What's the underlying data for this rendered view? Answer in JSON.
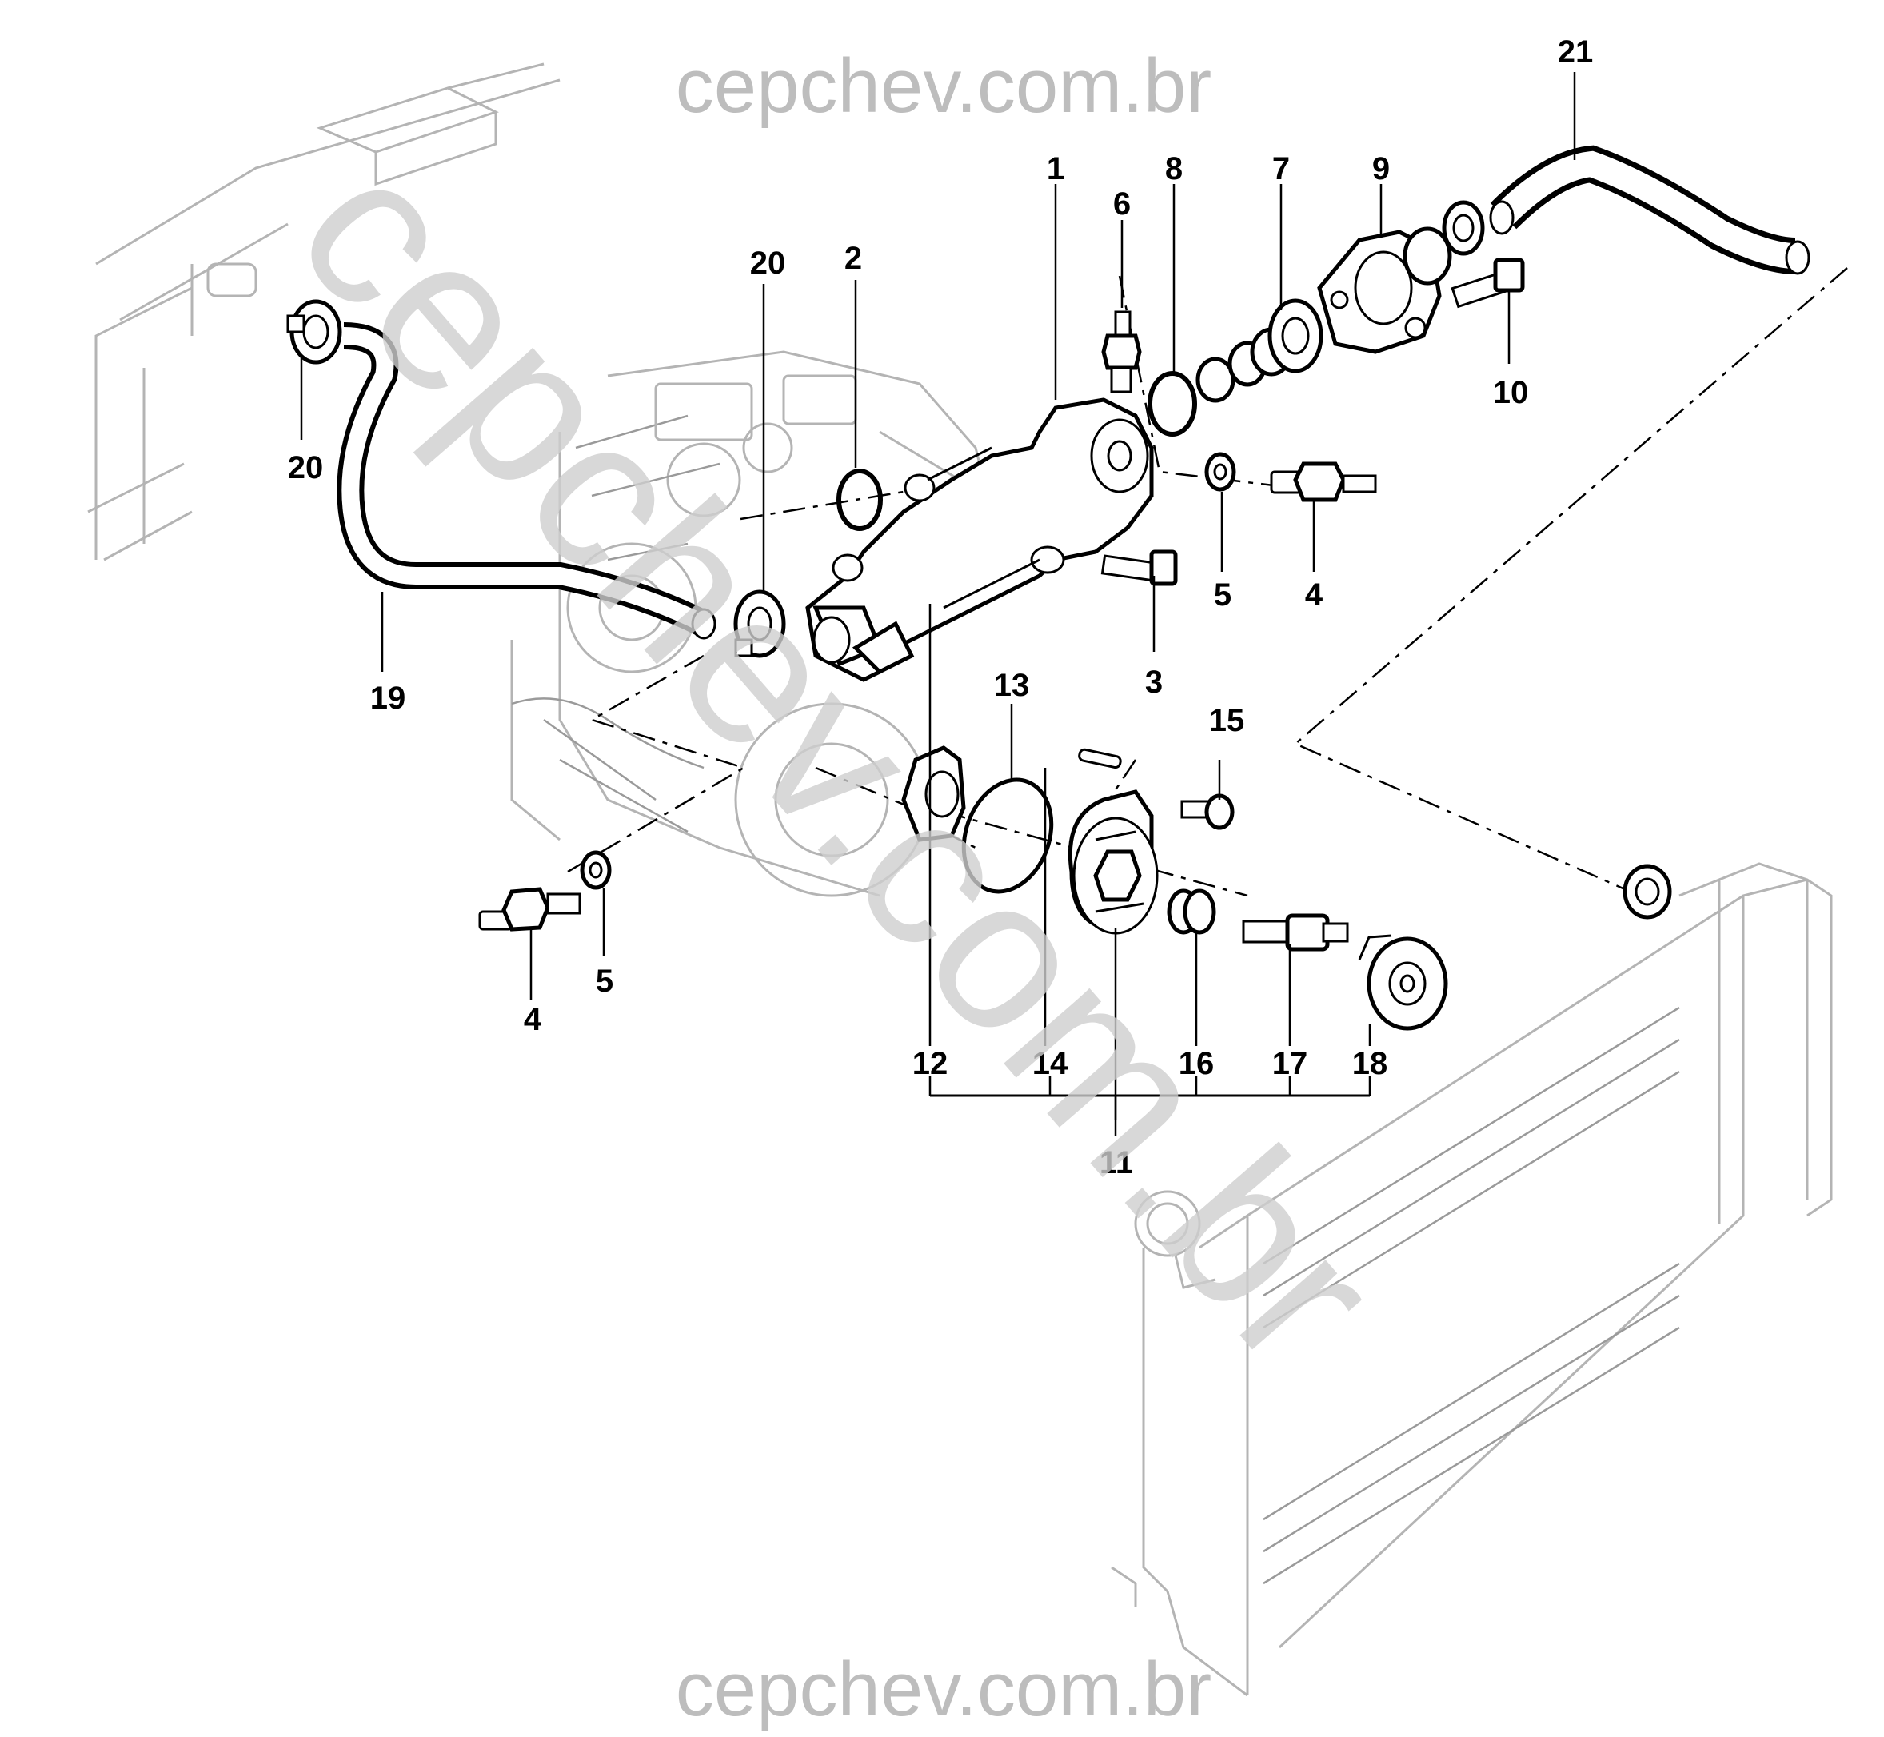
{
  "watermark": {
    "top": "cepchev.com.br",
    "bottom": "cepchev.com.br",
    "diagonal": "cepchev.com.br"
  },
  "callouts": {
    "n1": "1",
    "n2": "2",
    "n3": "3",
    "n4a": "4",
    "n4b": "4",
    "n5a": "5",
    "n5b": "5",
    "n6": "6",
    "n7": "7",
    "n8": "8",
    "n9": "9",
    "n10": "10",
    "n11": "11",
    "n12": "12",
    "n13": "13",
    "n14": "14",
    "n15": "15",
    "n16": "16",
    "n17": "17",
    "n18": "18",
    "n19": "19",
    "n20a": "20",
    "n20b": "20",
    "n21": "21"
  }
}
